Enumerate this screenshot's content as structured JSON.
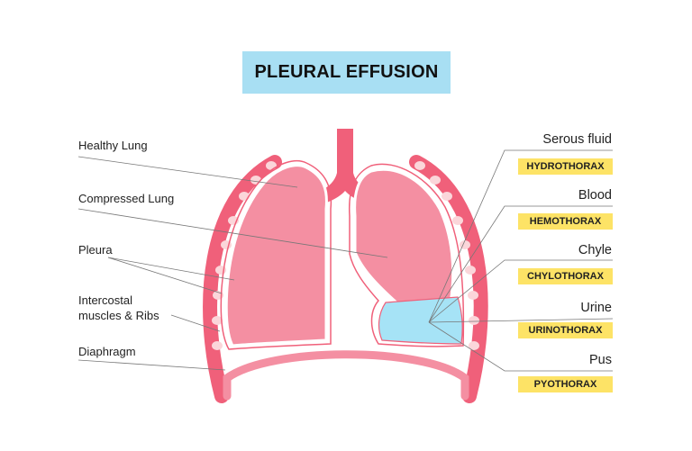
{
  "title": "PLEURAL EFFUSION",
  "left_labels": {
    "healthy_lung": "Healthy Lung",
    "compressed_lung": "Compressed Lung",
    "pleura": "Pleura",
    "intercostal_line1": "Intercostal",
    "intercostal_line2": "muscles & Ribs",
    "diaphragm": "Diaphragm"
  },
  "right_labels": [
    {
      "fluid": "Serous fluid",
      "condition": "HYDROTHORAX"
    },
    {
      "fluid": "Blood",
      "condition": "HEMOTHORAX"
    },
    {
      "fluid": "Chyle",
      "condition": "CHYLOTHORAX"
    },
    {
      "fluid": "Urine",
      "condition": "URINOTHORAX"
    },
    {
      "fluid": "Pus",
      "condition": "PYOTHORAX"
    }
  ],
  "colors": {
    "title_bg": "#a8dff3",
    "badge_bg": "#fde366",
    "lung": "#f48fa2",
    "chest_wall": "#f0607a",
    "rib": "#fbd6da",
    "fluid": "#a6e3f6"
  }
}
